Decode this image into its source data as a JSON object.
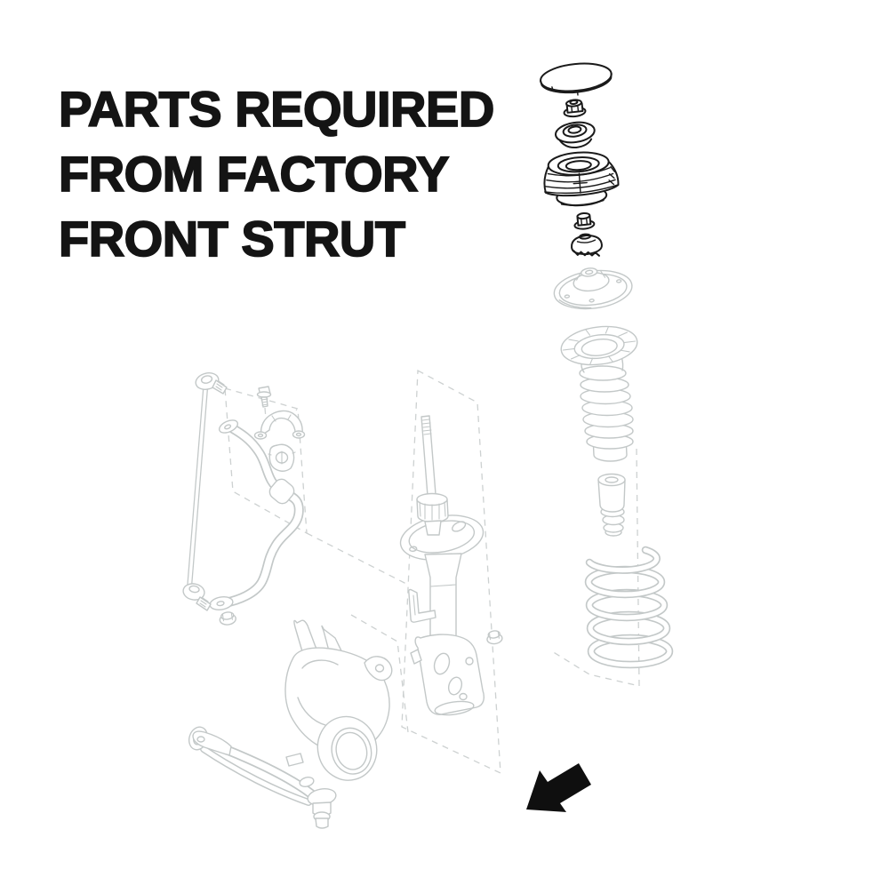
{
  "title": {
    "line1": "PARTS REQUIRED",
    "line2": "FROM FACTORY",
    "line3": "FRONT STRUT"
  },
  "diagram": {
    "type": "exploded-suspension-parts-diagram",
    "highlighted_parts": [
      "dust-cap",
      "upper-mount-nut",
      "support-washer",
      "strut-mount",
      "mount-lock-nut",
      "mount-cushion"
    ],
    "reference_parts": [
      "upper-spring-seat",
      "dust-boot",
      "bump-stop",
      "coil-spring",
      "strut-shock-absorber",
      "strut-knuckle-bracket",
      "brake-hose-bracket",
      "sway-bar-end-link",
      "stabilizer-bar",
      "stabilizer-bar-bracket",
      "stabilizer-bar-bushing",
      "bracket-bolt",
      "link-nut",
      "flange-nut",
      "steering-knuckle",
      "lower-control-arm",
      "ball-joint"
    ],
    "arrow": {
      "symbol": "solid-arrow",
      "direction": "down-left"
    },
    "colors": {
      "background": "#ffffff",
      "title": "#141414",
      "highlight_line": "#1a1a1a",
      "reference_line": "#c3c8c8",
      "dashed_line": "#cdd1d1",
      "arrow": "#0f0f0f"
    }
  }
}
